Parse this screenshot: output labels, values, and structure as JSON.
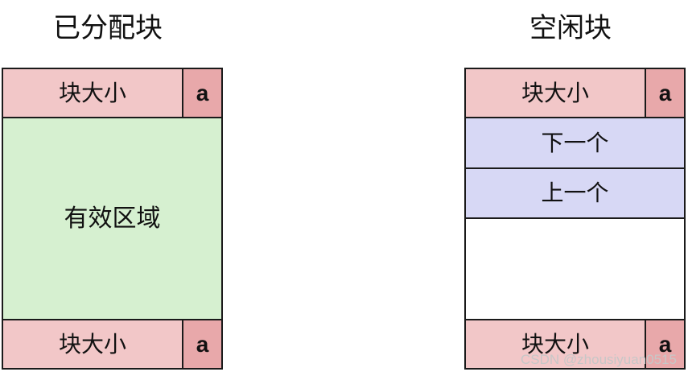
{
  "allocated": {
    "title": "已分配块",
    "header_size": "块大小",
    "header_flag": "a",
    "payload": "有效区域",
    "footer_size": "块大小",
    "footer_flag": "a"
  },
  "free": {
    "title": "空闲块",
    "header_size": "块大小",
    "header_flag": "a",
    "next": "下一个",
    "prev": "上一个",
    "footer_size": "块大小",
    "footer_flag": "a"
  },
  "watermark": "CSDN @zhousiyuan0515",
  "colors": {
    "size_cell": "#f2c7c8",
    "flag_cell": "#e8a8aa",
    "payload": "#d6f0d0",
    "pointer": "#d7d8f5",
    "empty": "#ffffff",
    "border": "#1a1a1a"
  }
}
